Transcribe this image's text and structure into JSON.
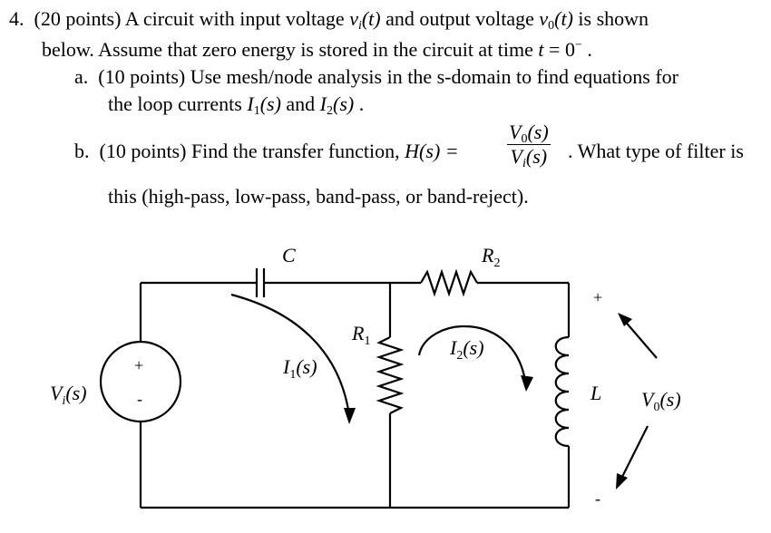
{
  "problem": {
    "number": "4.",
    "line1_a": "(20 points) A circuit with input voltage ",
    "line1_vi": "v",
    "line1_vi_sub": "i",
    "line1_vi_arg": "(t)",
    "line1_b": " and output voltage ",
    "line1_vo": "v",
    "line1_vo_sub": "0",
    "line1_vo_arg": "(t)",
    "line1_c": " is shown",
    "line2_a": "below. Assume that zero energy is stored in the circuit at time ",
    "line2_t": "t",
    "line2_eq": " = 0",
    "line2_sup": "−",
    "line2_end": " .",
    "a_label": "a.",
    "a_line1": "(10 points) Use mesh/node analysis in the s-domain to find equations for",
    "a_line2_a": "the loop currents ",
    "a_I1": "I",
    "a_I1_sub": "1",
    "a_I1_arg": "(s)",
    "a_and": " and ",
    "a_I2": "I",
    "a_I2_sub": "2",
    "a_I2_arg": "(s)",
    "a_end": " .",
    "b_label": "b.",
    "b_text": "(10 points) Find the transfer function, ",
    "b_H": "H(s) =",
    "b_num": "V",
    "b_num_sub": "0",
    "b_num_arg": "(s)",
    "b_den": "V",
    "b_den_sub": "i",
    "b_den_arg": "(s)",
    "b_after": ". What type of filter is",
    "b_line2": "this (high-pass, low-pass, band-pass, or band-reject)."
  },
  "circuit": {
    "C": "C",
    "R2": "R",
    "R2_sub": "2",
    "R1": "R",
    "R1_sub": "1",
    "L": "L",
    "Vi": "V",
    "Vi_sub": "i",
    "Vi_arg": "(s)",
    "Vo": "V",
    "Vo_sub": "0",
    "Vo_arg": "(s)",
    "I1": "I",
    "I1_sub": "1",
    "I1_arg": "(s)",
    "I2": "I",
    "I2_sub": "2",
    "I2_arg": "(s)",
    "src_plus": "+",
    "src_minus": "-",
    "out_plus": "+",
    "out_minus": "-"
  }
}
